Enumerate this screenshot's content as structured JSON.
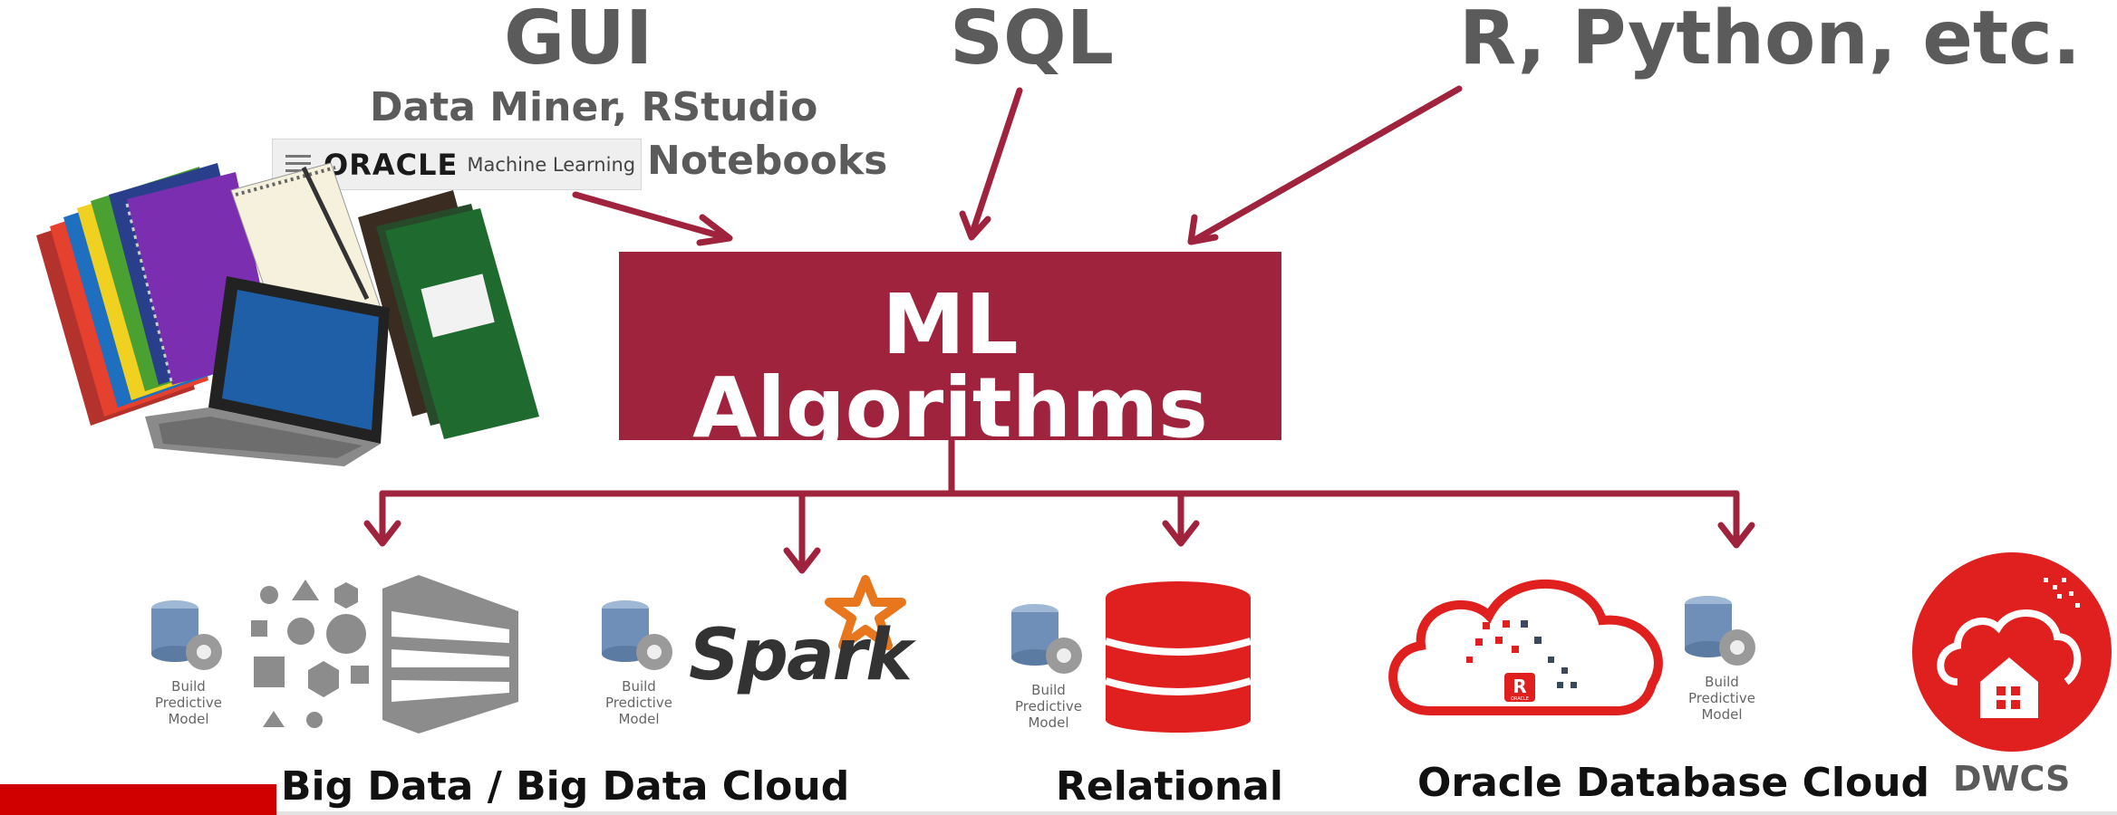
{
  "labels": {
    "gui": "GUI",
    "gui_sub1": "Data Miner, RStudio",
    "gui_sub2": "Notebooks",
    "sql": "SQL",
    "r_python": "R, Python, etc."
  },
  "oracle_bar": {
    "brand": "ORACLE",
    "product": "Machine Learning"
  },
  "ml_box": {
    "title": "ML Algorithms",
    "subtitle": "Common core, parallel, distributed",
    "color": "#a0233d"
  },
  "build_model": {
    "line1": "Build",
    "line2": "Predictive",
    "line3": "Model"
  },
  "logos": {
    "spark": "Spark",
    "r_badge": "R",
    "r_badge_sub": "ORACLE"
  },
  "bottom_labels": {
    "big_data": "Big Data / Big Data Cloud",
    "relational": "Relational",
    "oracle_cloud": "Oracle Database Cloud",
    "dwcs": "DWCS"
  },
  "colors": {
    "arrow": "#a0233d",
    "oracle_red": "#e01f1f",
    "gray_text": "#5b5b5b"
  }
}
